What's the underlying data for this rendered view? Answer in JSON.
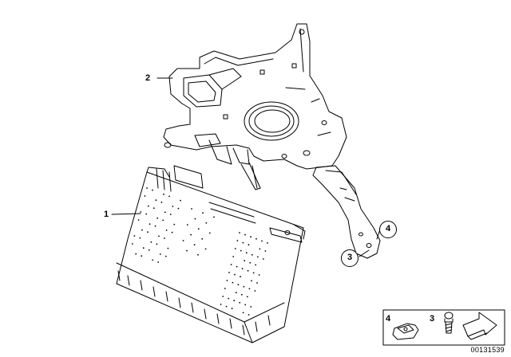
{
  "callouts": {
    "part1": "1",
    "part2": "2",
    "part3": "3",
    "part4": "4"
  },
  "legend": {
    "label4": "4",
    "label3": "3"
  },
  "doc_number": "00131539"
}
